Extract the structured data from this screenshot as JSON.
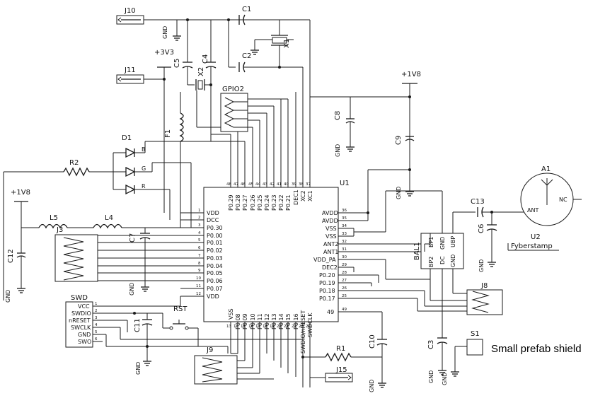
{
  "refs": {
    "j10": "J10",
    "j11": "J11",
    "j3": "J3",
    "j8": "J8",
    "j9": "J9",
    "j15": "J15",
    "c1": "C1",
    "c2": "C2",
    "c3": "C3",
    "c4": "C4",
    "c5": "C5",
    "c6": "C6",
    "c7": "C7",
    "c8": "C8",
    "c9": "C9",
    "c10": "C10",
    "c11": "C11",
    "c12": "C12",
    "c13": "C13",
    "x1": "X1",
    "x2": "X2",
    "f1": "F1",
    "d1": "D1",
    "r1": "R1",
    "r2": "R2",
    "l4": "L4",
    "l5": "L5",
    "u1": "U1",
    "u2": "U2",
    "u2_name": "Fyberstamp",
    "a1": "A1",
    "bal1": "BAL1",
    "s1": "S1",
    "gpio2": "GPIO2",
    "swd": "SWD",
    "rst": "RST"
  },
  "power": {
    "v3v3": "+3V3",
    "v1v8_top": "+1V8",
    "v1v8_left": "+1V8",
    "gnd": "GND"
  },
  "u1": {
    "left_pins": [
      "VDD",
      "DCC",
      "P0.30",
      "P0.00",
      "P0.01",
      "P0.02",
      "P0.03",
      "P0.04",
      "P0.05",
      "P0.06",
      "P0.07",
      "VDD"
    ],
    "left_nums": [
      "1",
      "2",
      "3",
      "4",
      "5",
      "6",
      "7",
      "8",
      "9",
      "10",
      "11",
      "12"
    ],
    "top_pins": [
      "P0.29",
      "P0.28",
      "P0.27",
      "P0.26",
      "P0.25",
      "P0.24",
      "P0.23",
      "P0.22",
      "P0.21",
      "DEC1",
      "XC2",
      "XC1"
    ],
    "top_nums": [
      "48",
      "47",
      "46",
      "45",
      "44",
      "43",
      "42",
      "41",
      "40",
      "39",
      "38",
      "37"
    ],
    "right_pins": [
      "AVDD",
      "AVDD",
      "VSS",
      "VSS",
      "ANT2",
      "ANT1",
      "VDD_PA",
      "DEC2",
      "P0.20",
      "P0.19",
      "P0.18",
      "P0.17"
    ],
    "right_nums": [
      "36",
      "35",
      "34",
      "33",
      "32",
      "31",
      "30",
      "29",
      "28",
      "27",
      "26",
      "25"
    ],
    "bottom_pins": [
      "VSS",
      "P0.08",
      "P0.09",
      "P0.10",
      "P0.11",
      "P0.12",
      "P0.13",
      "P0.14",
      "P0.15",
      "P0.16",
      "SWDIO/nRESET",
      "SWDCLK"
    ],
    "bottom_nums": [
      "13",
      "14",
      "15",
      "16",
      "17",
      "18",
      "19",
      "20",
      "21",
      "22",
      "23",
      "24"
    ],
    "pad_label": "49",
    "pad_num": "49"
  },
  "swd_pins": [
    "VCC",
    "SWDIO",
    "nRESET",
    "SWCLK",
    "GND",
    "SWO"
  ],
  "swd_nums": [
    "1",
    "2",
    "3",
    "4",
    "5",
    "6"
  ],
  "d1_labels": [
    "B",
    "G",
    "R"
  ],
  "bal1_pins": [
    "BP1",
    "GND",
    "UBP",
    "BP2",
    "DC",
    "GND"
  ],
  "a1_pins": [
    "ANT",
    "NC"
  ],
  "shield_text": "Small prefab shield",
  "icon": "ground-symbol"
}
